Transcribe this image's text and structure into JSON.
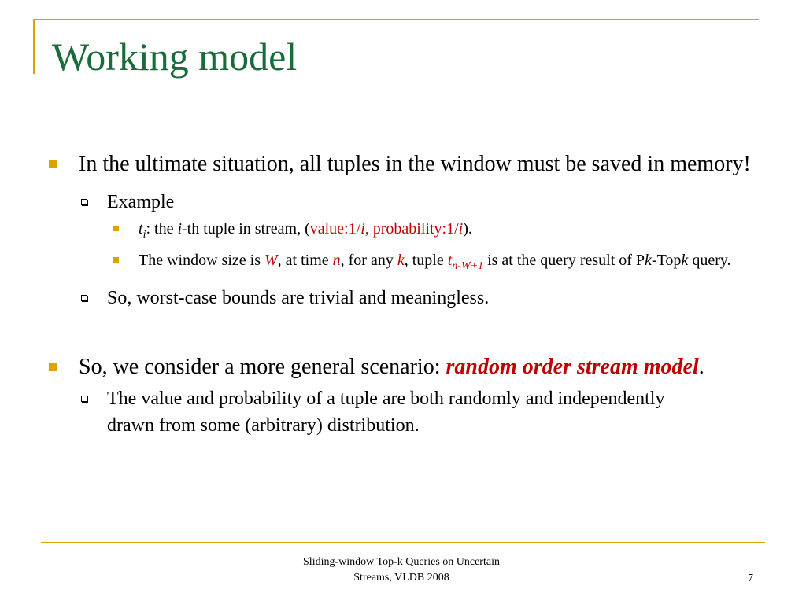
{
  "title": "Working model",
  "bullets": {
    "b1": "In the ultimate situation, all tuples in the window must be saved in memory!",
    "b1_sub1": "Example",
    "ex1": {
      "t": "t",
      "i": "i",
      "colon_the": ": the ",
      "i2": "i",
      "rest": "-th tuple in stream, (",
      "value": "value:1/",
      "i3": "i",
      "prob": ", probability:1/",
      "i4": "i",
      "close": ")."
    },
    "ex2": {
      "p1": "The window size is ",
      "W": "W",
      "p2": ", at time ",
      "n": "n",
      "p3": ", for any ",
      "k": "k",
      "p4": ", tuple ",
      "t": "t",
      "tsub": "n-W+1",
      "p5": " is at the query result of P",
      "k2": "k",
      "p6": "-Top",
      "k3": "k",
      "p7": " query."
    },
    "b1_sub2": "So, worst-case bounds are trivial and meaningless.",
    "b2_prefix": "So, we consider a more general scenario: ",
    "b2_emph": "random order stream model",
    "b2_suffix": ".",
    "b2_sub1": "The value and probability of a tuple are both randomly and independently drawn from some (arbitrary) distribution."
  },
  "footer": {
    "line1": "Sliding-window Top-k Queries on Uncertain",
    "line2": "Streams, VLDB 2008",
    "page": "7"
  },
  "colors": {
    "title": "#1a6b3a",
    "accent": "#d9a400",
    "emphasis": "#c00000"
  }
}
